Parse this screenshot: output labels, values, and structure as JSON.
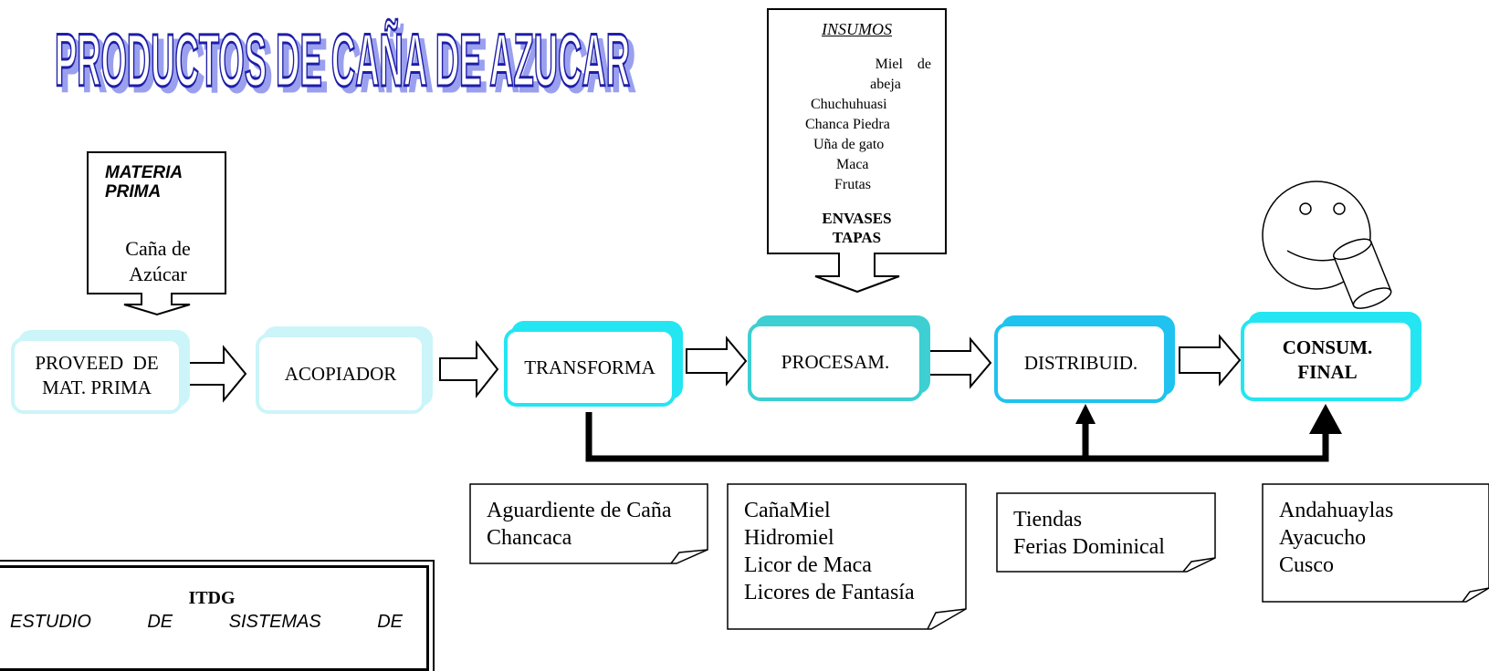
{
  "title": "PRODUCTOS DE CAÑA DE AZUCAR",
  "materia_prima": {
    "heading": "MATERIA PRIMA",
    "items": [
      "Caña de",
      "Azúcar"
    ]
  },
  "insumos": {
    "heading": "INSUMOS",
    "items": [
      "Miel    de",
      "abeja",
      "Chuchuhuasi",
      "Chanca Piedra",
      "Uña de gato",
      "Maca",
      "Frutas"
    ],
    "bold_items": [
      "ENVASES",
      "TAPAS"
    ]
  },
  "stages": [
    {
      "id": "proveedor",
      "lines": [
        "PROVEED  DE",
        "MAT. PRIMA"
      ]
    },
    {
      "id": "acopiador",
      "lines": [
        "ACOPIADOR"
      ]
    },
    {
      "id": "transforma",
      "lines": [
        "TRANSFORMA"
      ]
    },
    {
      "id": "procesam",
      "lines": [
        "PROCESAM."
      ]
    },
    {
      "id": "distribuid",
      "lines": [
        "DISTRIBUID."
      ]
    },
    {
      "id": "consum",
      "lines": [
        "CONSUM.",
        "FINAL"
      ]
    }
  ],
  "notes": {
    "transforma": [
      "Aguardiente de Caña",
      "Chancaca"
    ],
    "procesam": [
      "CañaMiel",
      "Hidromiel",
      "Licor de Maca",
      "Licores de Fantasía"
    ],
    "distribuid": [
      "Tiendas",
      "Ferias Dominical"
    ],
    "consum": [
      "Andahuaylas",
      "Ayacucho",
      "Cusco"
    ]
  },
  "footer": {
    "org": "ITDG",
    "subtitle_words": [
      "ESTUDIO",
      "DE",
      "SISTEMAS",
      "DE"
    ]
  },
  "colors": {
    "title_fill": "#ffffff",
    "title_outline": "#1e1ea8",
    "title_shadow": "#9aa0ee",
    "stage_light": "#cbf5f8",
    "stage_cyan": "#23e6f2",
    "stage_teal": "#3ecfd2",
    "stage_blue": "#20c2ef"
  }
}
